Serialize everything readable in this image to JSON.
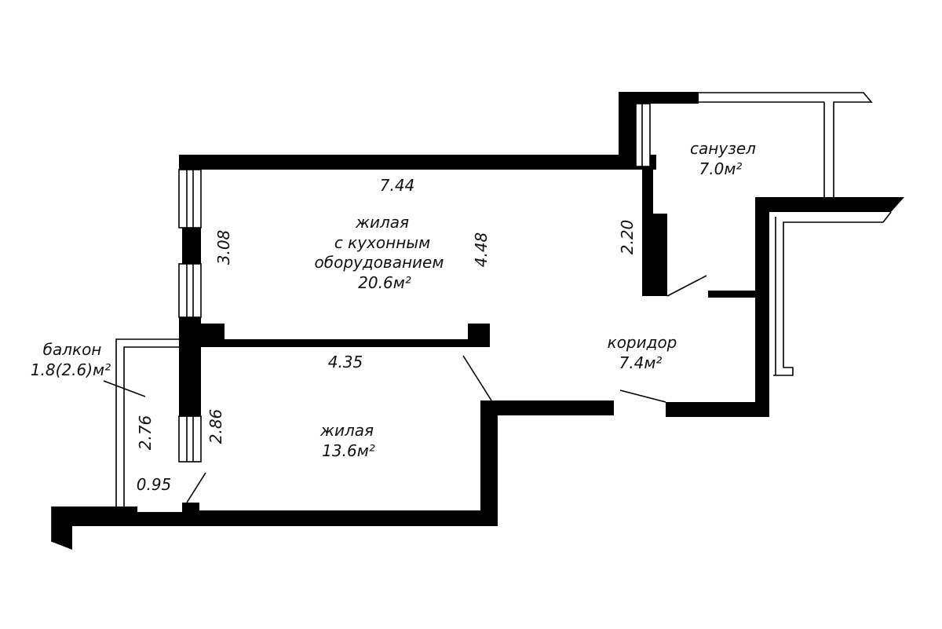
{
  "rooms": {
    "living_kitchen": {
      "line1": "жилая",
      "line2": "с кухонным",
      "line3": "оборудованием",
      "area": "20.6м²"
    },
    "living": {
      "line1": "жилая",
      "area": "13.6м²"
    },
    "bathroom": {
      "line1": "санузел",
      "area": "7.0м²"
    },
    "corridor": {
      "line1": "коридор",
      "area": "7.4м²"
    },
    "balcony": {
      "line1": "балкон",
      "area": "1.8(2.6)м²"
    }
  },
  "dimensions": {
    "top_wall": "7.44",
    "kitchen_height": "4.48",
    "kitchen_window": "3.08",
    "bath_wall": "2.20",
    "partition": "4.35",
    "living_window": "2.86",
    "balcony_depth": "2.76",
    "balcony_width": "0.95"
  }
}
